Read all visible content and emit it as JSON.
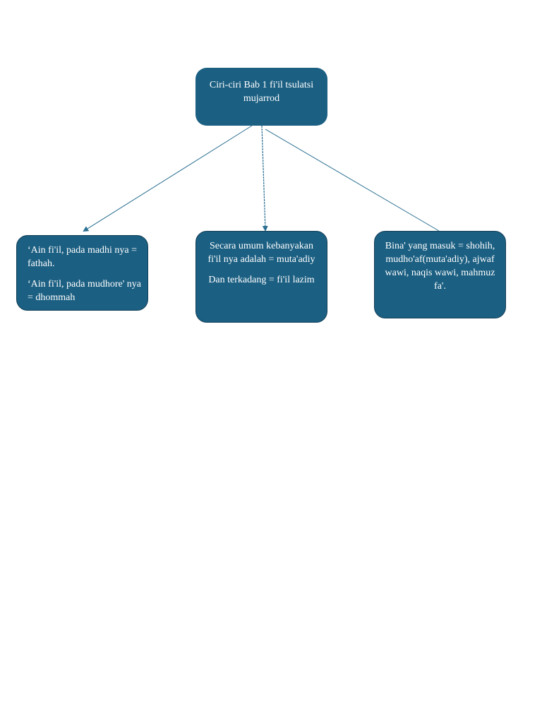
{
  "colors": {
    "node_fill": "#1b5f82",
    "node_border": "#123f57",
    "connector": "#2a6f91",
    "node_text": "#ffffff"
  },
  "diagram": {
    "root": {
      "lines": [
        "Ciri-ciri Bab 1 fi'il tsulatsi mujarrod"
      ]
    },
    "children": [
      {
        "paragraphs": [
          "‘Ain fi'il, pada madhi nya = fathah.",
          "‘Ain fi'il, pada mudhore' nya = dhommah"
        ]
      },
      {
        "paragraphs": [
          "Secara umum kebanyakan fi'il nya adalah = muta'adiy",
          "Dan terkadang = fi'il lazim"
        ]
      },
      {
        "paragraphs": [
          "Bina' yang masuk = shohih, mudho'af(muta'adiy), ajwaf wawi, naqis wawi, mahmuz fa'."
        ]
      }
    ]
  }
}
